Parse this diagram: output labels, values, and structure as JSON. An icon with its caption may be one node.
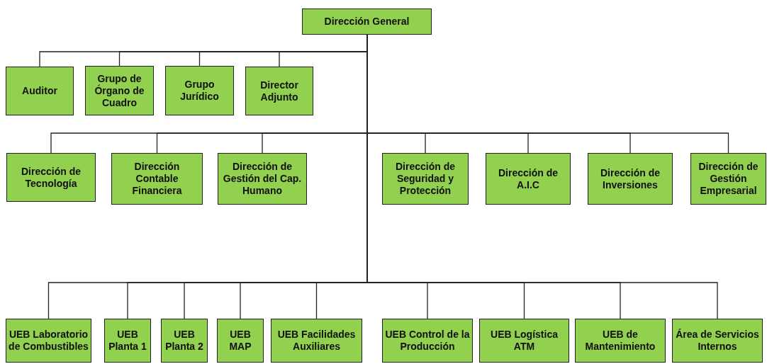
{
  "diagram": {
    "nodes": [
      {
        "text": [
          "Dirección General"
        ]
      },
      {
        "text": [
          "Auditor"
        ]
      },
      {
        "text": [
          "Grupo de Órgano de Cuadro"
        ]
      },
      {
        "text": [
          "Grupo Jurídico"
        ]
      },
      {
        "text": [
          "Director Adjunto"
        ]
      },
      {
        "text": [
          "Dirección de Tecnología"
        ]
      },
      {
        "text": [
          "Dirección Contable Financiera"
        ]
      },
      {
        "text": [
          "Dirección de Gestión del Cap. Humano"
        ]
      },
      {
        "text": [
          "Dirección de Seguridad y Protección"
        ]
      },
      {
        "text": [
          "Dirección de A.I.C"
        ]
      },
      {
        "text": [
          "Dirección de Inversiones"
        ]
      },
      {
        "text": [
          "Dirección de Gestión Empresarial"
        ]
      },
      {
        "text": [
          "UEB Laboratorio de Combustibles"
        ]
      },
      {
        "text": [
          "UEB Planta 1"
        ]
      },
      {
        "text": [
          "UEB Planta 2"
        ]
      },
      {
        "text": [
          "UEB MAP"
        ]
      },
      {
        "text": [
          "UEB Facilidades Auxiliares"
        ]
      },
      {
        "text": [
          "UEB Control de la Producción"
        ]
      },
      {
        "text": [
          "UEB Logística ATM"
        ]
      },
      {
        "text": [
          "UEB de Mantenimiento"
        ]
      },
      {
        "text": [
          "Área de Servicios Internos"
        ]
      }
    ],
    "edges": [
      {
        "from": 0,
        "to": 1,
        "arrow": "none"
      },
      {
        "from": 0,
        "to": 2,
        "arrow": "none"
      },
      {
        "from": 0,
        "to": 3,
        "arrow": "none"
      },
      {
        "from": 0,
        "to": 4,
        "arrow": "none"
      },
      {
        "from": 0,
        "to": 5,
        "arrow": "none"
      },
      {
        "from": 0,
        "to": 6,
        "arrow": "none"
      },
      {
        "from": 0,
        "to": 7,
        "arrow": "none"
      },
      {
        "from": 0,
        "to": 8,
        "arrow": "none"
      },
      {
        "from": 0,
        "to": 9,
        "arrow": "none"
      },
      {
        "from": 0,
        "to": 10,
        "arrow": "none"
      },
      {
        "from": 0,
        "to": 11,
        "arrow": "none"
      },
      {
        "from": 0,
        "to": 12,
        "arrow": "none"
      },
      {
        "from": 0,
        "to": 13,
        "arrow": "none"
      },
      {
        "from": 0,
        "to": 14,
        "arrow": "none"
      },
      {
        "from": 0,
        "to": 15,
        "arrow": "none"
      },
      {
        "from": 0,
        "to": 16,
        "arrow": "none"
      },
      {
        "from": 0,
        "to": 17,
        "arrow": "none"
      },
      {
        "from": 0,
        "to": 18,
        "arrow": "none"
      },
      {
        "from": 0,
        "to": 19,
        "arrow": "none"
      },
      {
        "from": 0,
        "to": 20,
        "arrow": "none"
      }
    ]
  }
}
